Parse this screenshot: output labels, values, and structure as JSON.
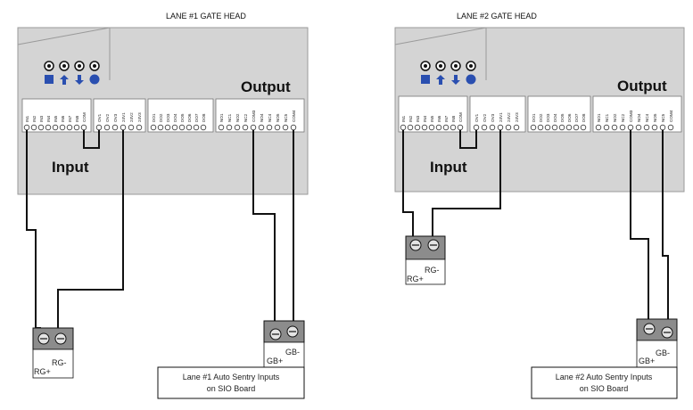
{
  "lanes": [
    {
      "title": "LANE #1 GATE HEAD",
      "output_label": "Output",
      "input_label": "Input",
      "input_pins": [
        "IN1",
        "IN2",
        "IN3",
        "IN4",
        "IN5",
        "IN6",
        "IN7",
        "IN8",
        "COM"
      ],
      "relay_pins": [
        "OV1",
        "OV2",
        "OV3",
        "24V1",
        "24V2",
        "24V3"
      ],
      "do_pins": [
        "DO1",
        "DO2",
        "DO3",
        "DO4",
        "DO5",
        "DO6",
        "DO7",
        "DO8"
      ],
      "out_pins": [
        "NO1",
        "NC1",
        "NO2",
        "NC2",
        "COM3",
        "NO4",
        "NC4",
        "NO5",
        "NC5",
        "COM4"
      ],
      "rg_connector": {
        "plus": "RG+",
        "minus": "RG-"
      },
      "gb_connector": {
        "plus": "GB+",
        "minus": "GB-"
      },
      "sio_box": {
        "line1": "Lane #1 Auto Sentry Inputs",
        "line2": "on SIO Board"
      }
    },
    {
      "title": "LANE #2 GATE HEAD",
      "output_label": "Output",
      "input_label": "Input",
      "input_pins": [
        "IN1",
        "IN2",
        "IN3",
        "IN4",
        "IN5",
        "IN6",
        "IN7",
        "IN8",
        "COM"
      ],
      "relay_pins": [
        "OV1",
        "OV2",
        "OV3",
        "24V1",
        "24V2",
        "24V3"
      ],
      "do_pins": [
        "DO1",
        "DO2",
        "DO3",
        "DO4",
        "DO5",
        "DO6",
        "DO7",
        "DO8"
      ],
      "out_pins": [
        "NO1",
        "NC1",
        "NO2",
        "NC2",
        "COM3",
        "NO4",
        "NC4",
        "NO5",
        "NC5",
        "COM4"
      ],
      "rg_connector": {
        "plus": "RG+",
        "minus": "RG-"
      },
      "gb_connector": {
        "plus": "GB+",
        "minus": "GB-"
      },
      "sio_box": {
        "line1": "Lane #2 Auto Sentry Inputs",
        "line2": "on SIO Board"
      }
    }
  ],
  "button_icons": [
    "square-icon",
    "up-arrow-icon",
    "down-arrow-icon",
    "circle-icon"
  ],
  "colors": {
    "panel": "#d4d4d4",
    "panel_edge": "#9a9a9a",
    "wire": "#111111",
    "connector": "#8c8c8c",
    "button_blue": "#2a4fb0"
  }
}
